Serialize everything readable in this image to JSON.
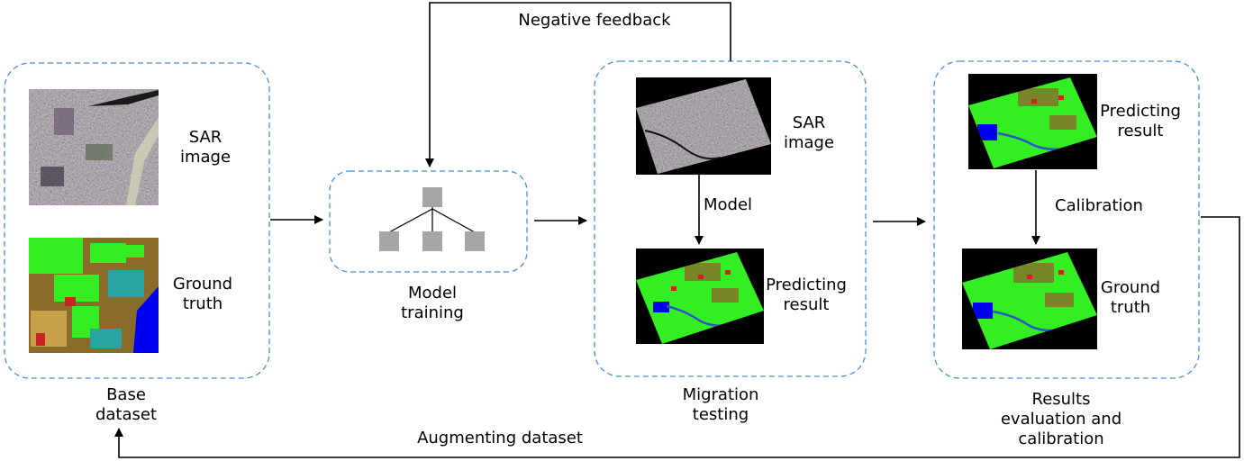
{
  "feedback": {
    "negative": "Negative feedback",
    "augment": "Augmenting dataset"
  },
  "base": {
    "sar_label": "SAR\nimage",
    "gt_label": "Ground\ntruth",
    "caption": "Base\ndataset"
  },
  "training": {
    "caption": "Model\ntraining",
    "icon": "tree-icon"
  },
  "migration": {
    "sar_label": "SAR\nimage",
    "arrow_label": "Model",
    "pred_label": "Predicting\nresult",
    "caption": "Migration\ntesting"
  },
  "results": {
    "pred_label": "Predicting\nresult",
    "arrow_label": "Calibration",
    "gt_label": "Ground\ntruth",
    "caption": "Results\nevaluation and\ncalibration"
  },
  "colors": {
    "box_border": "#4a90d9",
    "arrow": "#000000",
    "node": "#a6a6a6",
    "class_green": "#33ee22",
    "class_brown": "#8b6b2a",
    "class_blue": "#0000ee",
    "class_red": "#cc2222",
    "class_teal": "#2aa3a3",
    "sar_gray": "#5a5858"
  }
}
